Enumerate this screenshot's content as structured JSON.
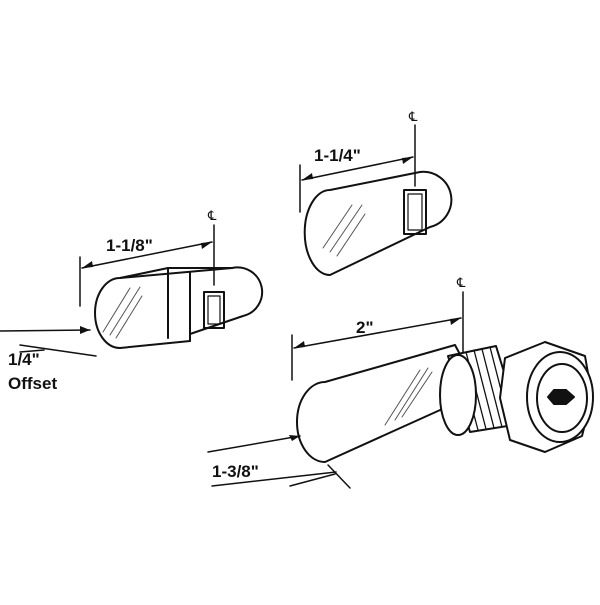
{
  "colors": {
    "ink": "#111111",
    "paper": "#ffffff",
    "glint": "#555555"
  },
  "dimensions": {
    "offset_cam_length": "1-1/8\"",
    "straight_cam_length": "1-1/4\"",
    "long_cam_length": "2\"",
    "long_cam_width": "1-3/8\"",
    "offset_value": "1/4\"",
    "offset_label": "Offset"
  },
  "centerline_symbol": "℄"
}
